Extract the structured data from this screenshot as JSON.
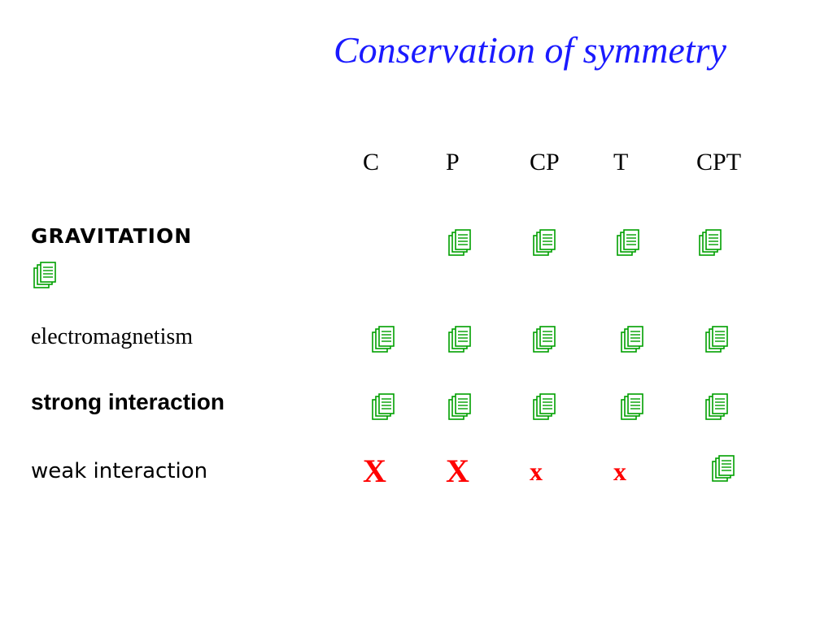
{
  "title": "Conservation of symmetry",
  "colors": {
    "title": "#1a1aff",
    "check": "#00a000",
    "cross": "#ff0000"
  },
  "columns": [
    "C",
    "P",
    "CP",
    "T",
    "CPT"
  ],
  "rows": [
    {
      "label": "GRAVITATION",
      "cells": [
        "check",
        "check",
        "check",
        "check",
        "check"
      ]
    },
    {
      "label": "electromagnetism",
      "cells": [
        "check",
        "check",
        "check",
        "check",
        "check"
      ]
    },
    {
      "label": "strong interaction",
      "cells": [
        "check",
        "check",
        "check",
        "check",
        "check"
      ]
    },
    {
      "label": "weak interaction",
      "cells": [
        "X",
        "X",
        "x",
        "x",
        "check"
      ]
    }
  ],
  "check_icon": "document-stack-icon"
}
